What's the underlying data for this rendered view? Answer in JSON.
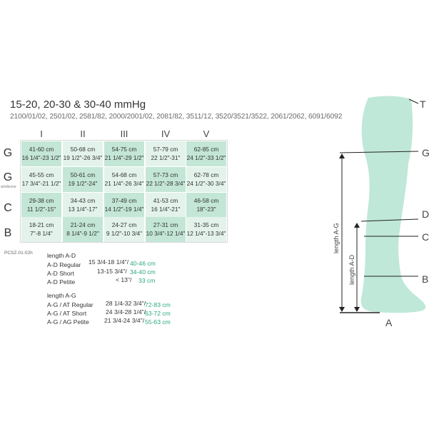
{
  "header": {
    "title": "15-20, 20-30 & 30-40 mmHg",
    "models": "2100/01/02, 2501/02, 2581/82, 2000/2001/02, 2081/82, 3511/12, 3520/3521/3522, 2061/2062, 6091/6092"
  },
  "table": {
    "columns": [
      "I",
      "II",
      "III",
      "IV",
      "V"
    ],
    "rows": [
      {
        "label": "G",
        "sublabel": "",
        "cells": [
          {
            "cm": "41-60 cm",
            "inch": "16 1/4\"-23 1/2\""
          },
          {
            "cm": "50-68 cm",
            "inch": "19 1/2\"-26 3/4\""
          },
          {
            "cm": "54-75 cm",
            "inch": "21 1/4\"-29 1/2\""
          },
          {
            "cm": "57-79 cm",
            "inch": "22 1/2\"-31\""
          },
          {
            "cm": "62-85 cm",
            "inch": "24 1/2\"-33 1/2\""
          }
        ]
      },
      {
        "label": "G",
        "sublabel": "w/silicone",
        "cells": [
          {
            "cm": "45-55 cm",
            "inch": "17 3/4\"-21 1/2\""
          },
          {
            "cm": "50-61 cm",
            "inch": "19 1/2\"-24\""
          },
          {
            "cm": "54-68 cm",
            "inch": "21 1/4\"-26 3/4\""
          },
          {
            "cm": "57-73 cm",
            "inch": "22 1/2\"-28 3/4\""
          },
          {
            "cm": "62-78 cm",
            "inch": "24 1/2\"-30 3/4\""
          }
        ]
      },
      {
        "label": "C",
        "sublabel": "",
        "cells": [
          {
            "cm": "29-38 cm",
            "inch": "11 1/2\"-15\""
          },
          {
            "cm": "34-43 cm",
            "inch": "13 1/4\"-17\""
          },
          {
            "cm": "37-49 cm",
            "inch": "14 1/2\"-19 1/4\""
          },
          {
            "cm": "41-53 cm",
            "inch": "16 1/4\"-21\""
          },
          {
            "cm": "46-58 cm",
            "inch": "18\"-23\""
          }
        ]
      },
      {
        "label": "B",
        "sublabel": "",
        "cells": [
          {
            "cm": "18-21 cm",
            "inch": "7\"-8 1/4\""
          },
          {
            "cm": "21-24 cm",
            "inch": "8 1/4\"-9 1/2\""
          },
          {
            "cm": "24-27 cm",
            "inch": "9 1/2\"-10 3/4\""
          },
          {
            "cm": "27-31 cm",
            "inch": "10 3/4\"-12 1/4\""
          },
          {
            "cm": "31-35 cm",
            "inch": "12 1/4\"-13 3/4\""
          }
        ]
      }
    ]
  },
  "product_code": "PCSZ-01-02h",
  "length_ad": {
    "heading": "length A-D",
    "items": [
      {
        "label": "A-D Regular",
        "inch": "15 3/4-18 1/4\"/",
        "cm": "40-46 cm"
      },
      {
        "label": "A-D Short",
        "inch": "13-15 3/4\"/",
        "cm": "34-40 cm"
      },
      {
        "label": "A-D Petite",
        "inch": "< 13\"/",
        "cm": "33 cm"
      }
    ]
  },
  "length_ag": {
    "heading": "length A-G",
    "items": [
      {
        "label": "A-G / AT Regular",
        "inch": "28 1/4-32 3/4\"/",
        "cm": "72-83 cm"
      },
      {
        "label": "A-G / AT Short",
        "inch": "24 3/4-28 1/4\"/",
        "cm": "63-72 cm"
      },
      {
        "label": "A-G / AG Petite",
        "inch": "21 3/4-24 3/4\"/",
        "cm": "55-63 cm"
      }
    ]
  },
  "diagram": {
    "labels": {
      "T": "T",
      "G": "G",
      "D": "D",
      "C": "C",
      "B": "B",
      "A": "A"
    },
    "length_ag": "length  A-G",
    "length_ad": "length  A-D",
    "fill_color": "#bfe8d8",
    "line_color": "#222222"
  },
  "colors": {
    "cell_dark": "#c3e6d7",
    "cell_light": "#e3f3ec",
    "accent": "#2aa87f"
  }
}
